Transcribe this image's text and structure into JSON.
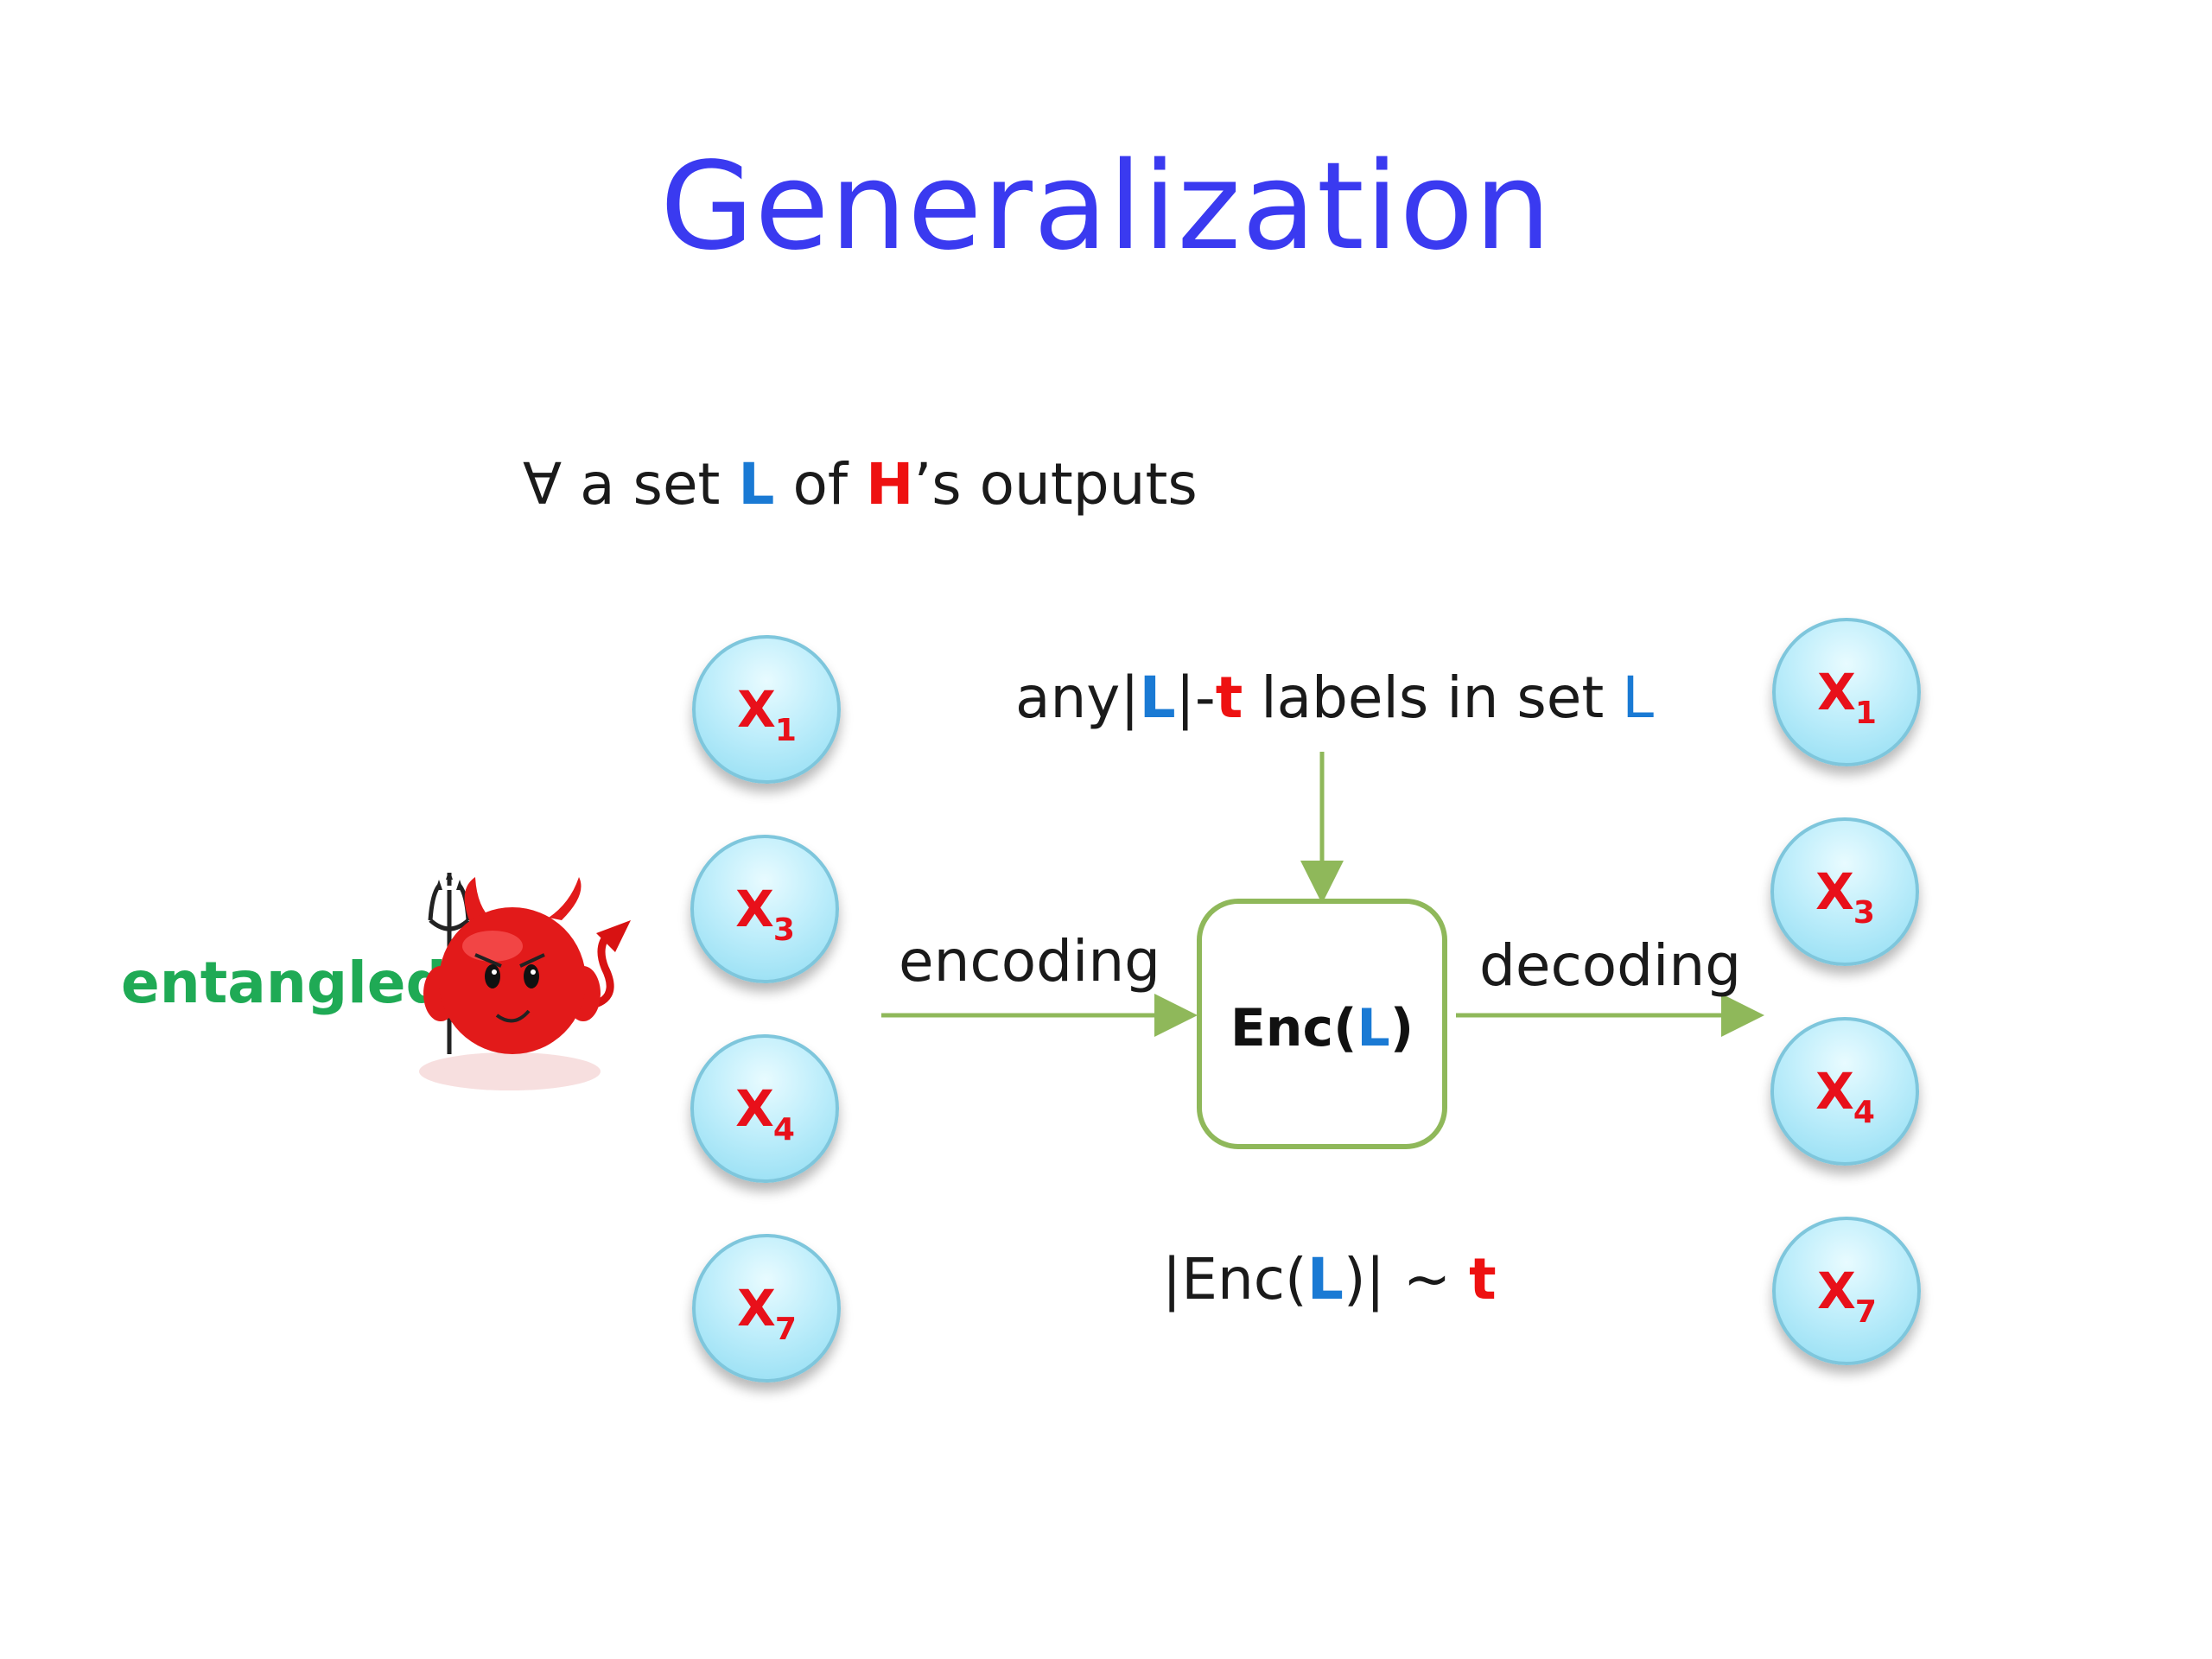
{
  "title": "Generalization",
  "statement": {
    "forall": "∀",
    "part1": " a set ",
    "L": "L",
    "part2": " of ",
    "H": "H",
    "part3": "’s outputs"
  },
  "top_label": {
    "part1": "any|",
    "L1": "L",
    "part2": "|-",
    "t": "t",
    "part3": " labels in set ",
    "L2": "L"
  },
  "encoding_label": "encoding",
  "decoding_label": "decoding",
  "enc_box": {
    "prefix": "Enc(",
    "L": "L",
    "suffix": ")"
  },
  "size_label": {
    "prefix": "|Enc(",
    "L": "L",
    "middle": ")| ~ ",
    "t": "t"
  },
  "entangled_label": "entangled",
  "left_nodes": [
    {
      "base": "X",
      "sub": "1"
    },
    {
      "base": "X",
      "sub": "3"
    },
    {
      "base": "X",
      "sub": "4"
    },
    {
      "base": "X",
      "sub": "7"
    }
  ],
  "right_nodes": [
    {
      "base": "X",
      "sub": "1"
    },
    {
      "base": "X",
      "sub": "3"
    },
    {
      "base": "X",
      "sub": "4"
    },
    {
      "base": "X",
      "sub": "7"
    }
  ],
  "colors": {
    "title": "#3a3af0",
    "blue_L": "#1a7ad4",
    "red": "#ee1111",
    "green": "#1faa55",
    "arrow": "#8fb85a"
  },
  "icons": [
    "devil-icon"
  ]
}
